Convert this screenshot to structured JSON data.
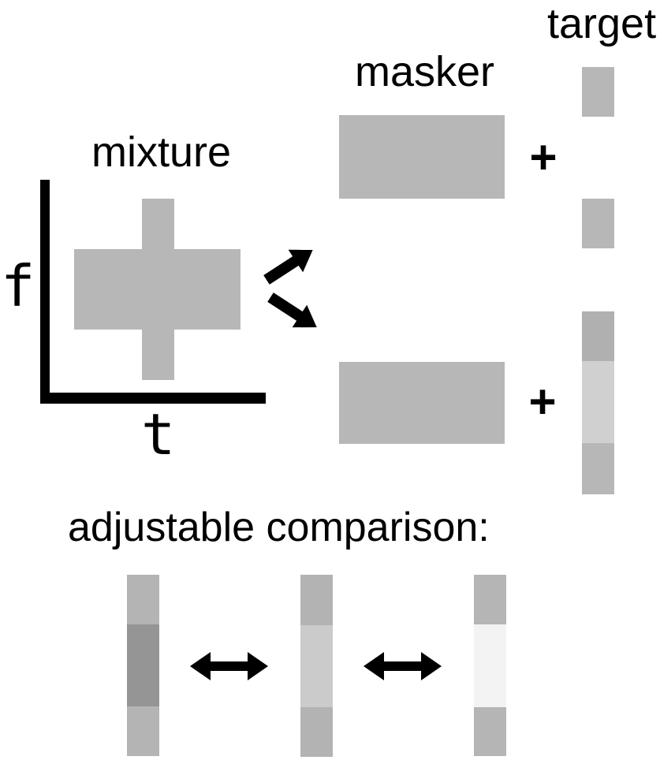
{
  "labels": {
    "mixture": "mixture",
    "freq_axis": "f",
    "time_axis": "t",
    "masker": "masker",
    "target": "target",
    "plus_top": "+",
    "plus_bottom": "+",
    "comparison_title": "adjustable comparison:"
  },
  "colors": {
    "primary_gray": "#b7b7b7",
    "axis_black": "#000000",
    "arrow_black": "#000000"
  },
  "top_target_column": {
    "segments": [
      {
        "name": "target-upper-band",
        "h": 63,
        "color": "#b7b7b7"
      },
      {
        "name": "target-gap",
        "h": 104,
        "color": "transparent"
      },
      {
        "name": "target-lower-band",
        "h": 63,
        "color": "#b7b7b7"
      }
    ]
  },
  "bottom_target_column": {
    "segments": [
      {
        "name": "target-upper-band",
        "h": 63,
        "color": "#b0b0b0"
      },
      {
        "name": "target-overlap-band",
        "h": 104,
        "color": "#d0d0d0"
      },
      {
        "name": "target-lower-band",
        "h": 65,
        "color": "#b7b7b7"
      }
    ]
  },
  "comparison_bars": [
    {
      "id": "comparison-bar-dark",
      "segments": [
        {
          "name": "upper-band",
          "h": 63,
          "color": "#b4b4b4"
        },
        {
          "name": "middle-band",
          "h": 104,
          "color": "#959595"
        },
        {
          "name": "lower-band",
          "h": 63,
          "color": "#b4b4b4"
        }
      ]
    },
    {
      "id": "comparison-bar-medium",
      "segments": [
        {
          "name": "upper-band",
          "h": 64,
          "color": "#b3b3b3"
        },
        {
          "name": "middle-band",
          "h": 104,
          "color": "#cbcbcb"
        },
        {
          "name": "lower-band",
          "h": 63,
          "color": "#b3b3b3"
        }
      ]
    },
    {
      "id": "comparison-bar-light",
      "segments": [
        {
          "name": "upper-band",
          "h": 63,
          "color": "#b5b5b5"
        },
        {
          "name": "middle-band",
          "h": 105,
          "color": "#f3f3f3"
        },
        {
          "name": "lower-band",
          "h": 62,
          "color": "#b5b5b5"
        }
      ]
    }
  ],
  "icons": {
    "split_arrow_up": "arrow-up-right",
    "split_arrow_down": "arrow-down-right",
    "double_arrow_left": "double-headed-horizontal-arrow",
    "double_arrow_right": "double-headed-horizontal-arrow"
  }
}
